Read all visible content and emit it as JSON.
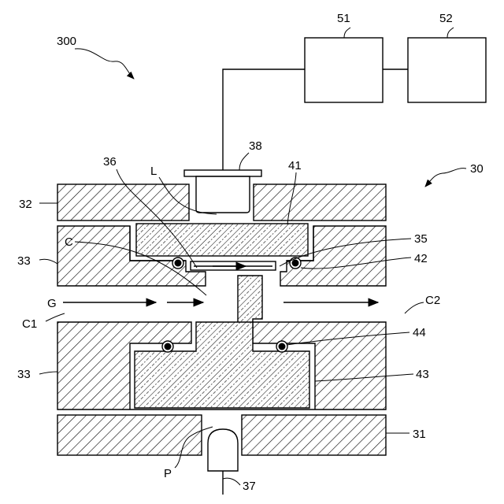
{
  "labels": {
    "l300": "300",
    "l30": "30",
    "l51": "51",
    "l52": "52",
    "l38": "38",
    "l36": "36",
    "lL": "L",
    "l41": "41",
    "l32": "32",
    "lC": "C",
    "l35": "35",
    "l33a": "33",
    "l42": "42",
    "lG": "G",
    "lC2": "C2",
    "lC1": "C1",
    "l44": "44",
    "l33b": "33",
    "l43": "43",
    "l31": "31",
    "lP": "P",
    "l37": "37"
  }
}
